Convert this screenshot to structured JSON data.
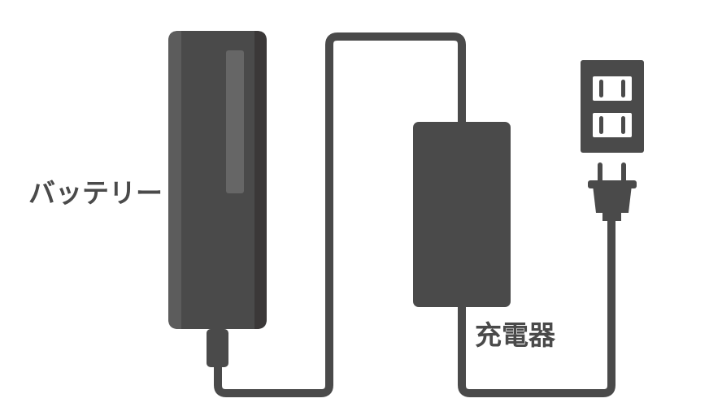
{
  "labels": {
    "battery": "バッテリー",
    "charger": "充電器"
  },
  "colors": {
    "device": "#4a4a4a",
    "device_light": "#5c5c5c",
    "device_dark": "#3b3838",
    "window": "#666666",
    "background": "#ffffff"
  },
  "icons": [
    "battery-icon",
    "charger-icon",
    "wall-outlet-icon",
    "plug-icon",
    "cable"
  ]
}
